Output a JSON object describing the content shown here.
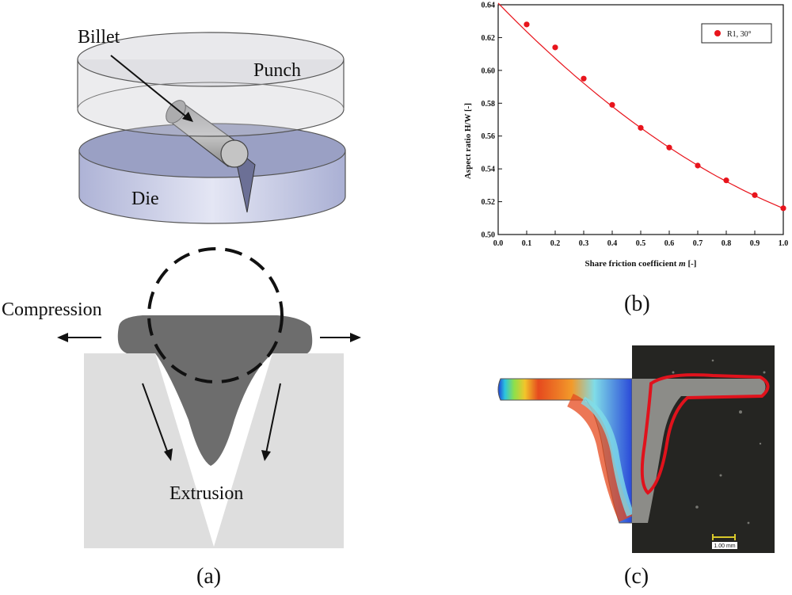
{
  "panel_a": {
    "caption": "(a)",
    "labels": {
      "billet": "Billet",
      "punch": "Punch",
      "die": "Die",
      "compression": "Compression",
      "extrusion": "Extrusion"
    }
  },
  "panel_b": {
    "caption": "(b)"
  },
  "panel_c": {
    "caption": "(c)",
    "scale_bar": "1.00 mm"
  },
  "colors": {
    "series": "#e8141c",
    "die_body": "#c9cde6",
    "highlight": "#e0121c"
  },
  "chart_data": {
    "type": "scatter",
    "title": "",
    "xlabel": "Share friction coefficient m [-]",
    "xlabel_main": "Share friction coefficient ",
    "xlabel_var": "m",
    "xlabel_tail": " [-]",
    "ylabel": "Aspect ratio H/W [-]",
    "xlim": [
      0.0,
      1.0
    ],
    "ylim": [
      0.5,
      0.64
    ],
    "xticks": [
      "0.0",
      "0.1",
      "0.2",
      "0.3",
      "0.4",
      "0.5",
      "0.6",
      "0.7",
      "0.8",
      "0.9",
      "1.0"
    ],
    "yticks": [
      "0.50",
      "0.52",
      "0.54",
      "0.56",
      "0.58",
      "0.60",
      "0.62",
      "0.64"
    ],
    "legend_position": "top-right",
    "series": [
      {
        "name": "R1, 30°",
        "x": [
          0.1,
          0.2,
          0.3,
          0.4,
          0.5,
          0.6,
          0.7,
          0.8,
          0.9,
          1.0
        ],
        "y": [
          0.628,
          0.614,
          0.595,
          0.579,
          0.565,
          0.553,
          0.542,
          0.533,
          0.524,
          0.516
        ]
      }
    ],
    "fit_curve": {
      "x0": 0.0,
      "y0": 0.641,
      "x1": 1.0,
      "y1": 0.516
    }
  }
}
